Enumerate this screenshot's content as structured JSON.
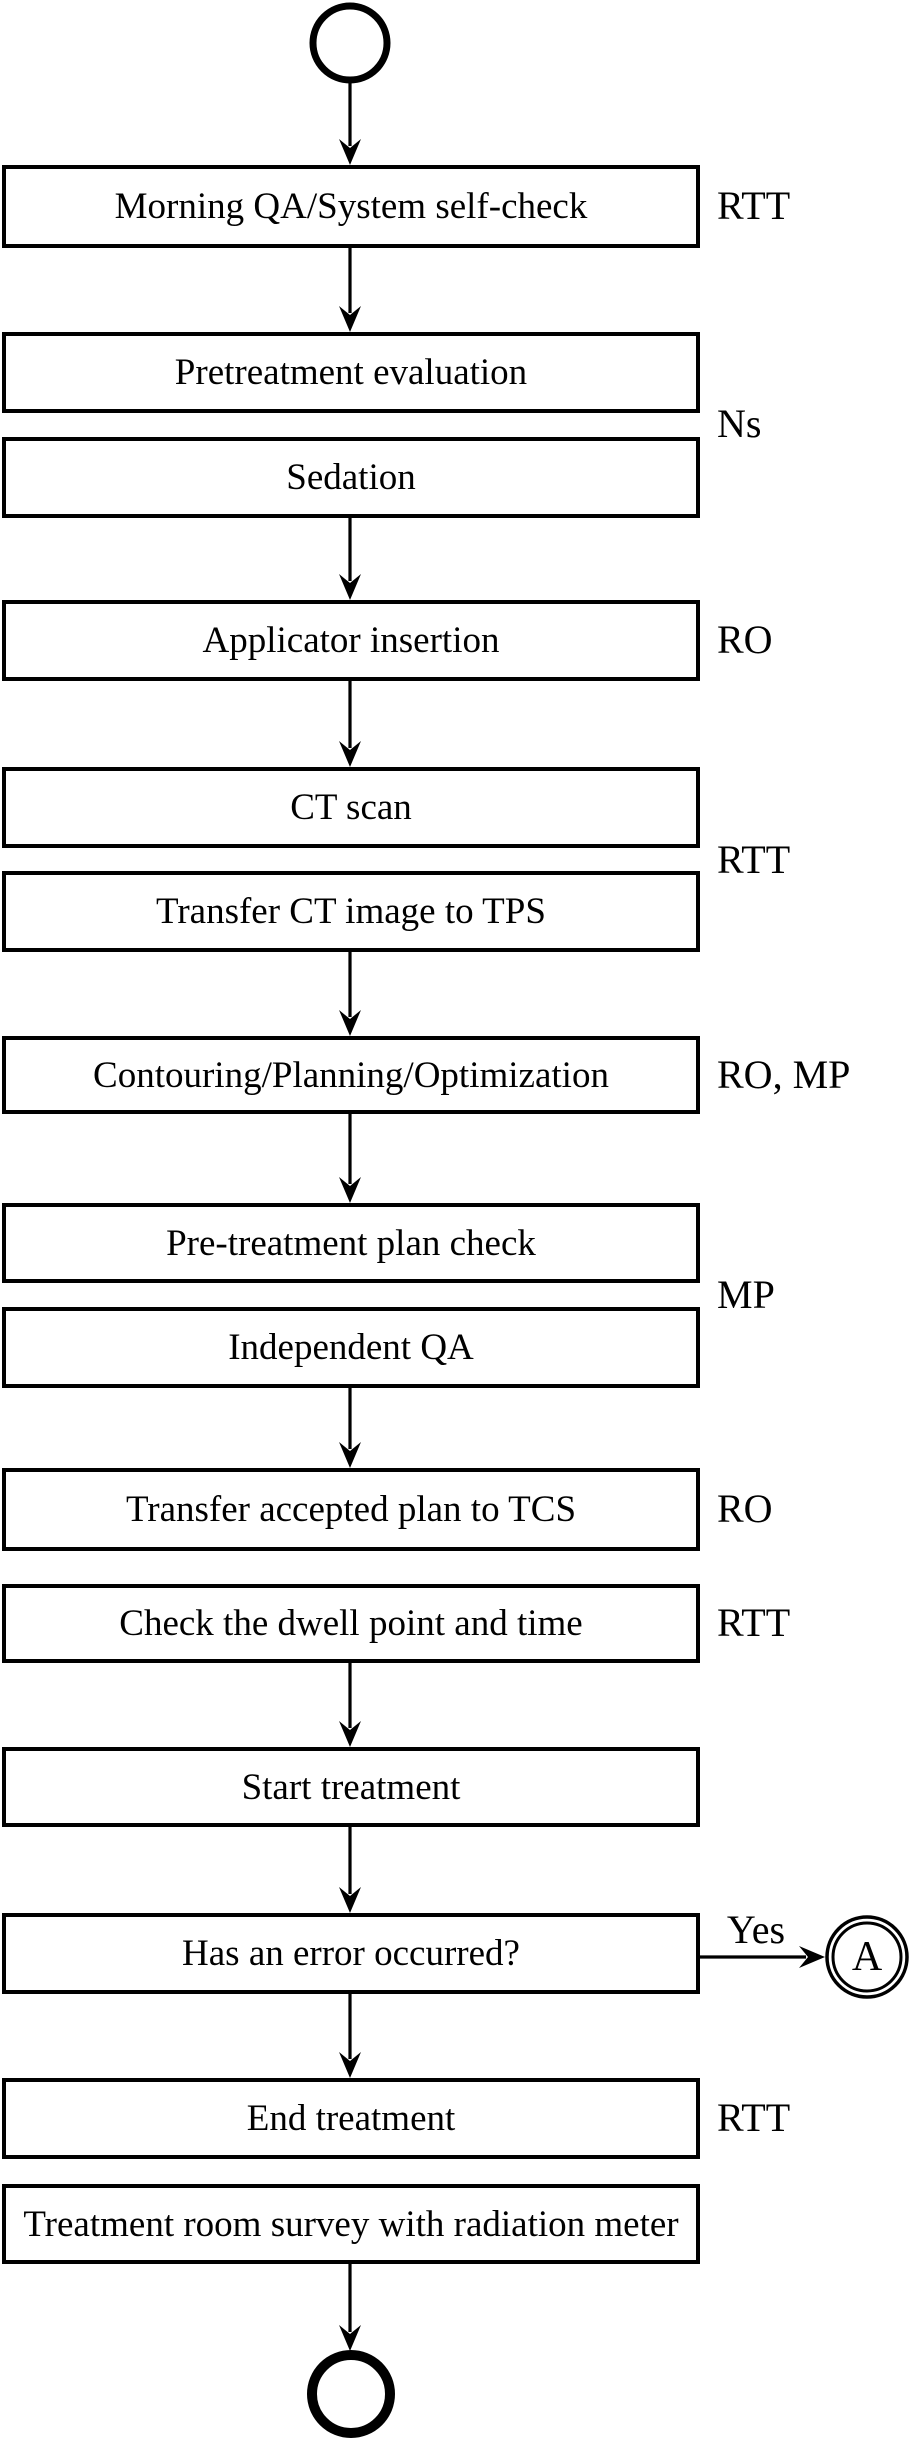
{
  "flowchart": {
    "boxes": [
      {
        "text": "Morning QA/System self-check"
      },
      {
        "text": "Pretreatment evaluation"
      },
      {
        "text": "Sedation"
      },
      {
        "text": "Applicator insertion"
      },
      {
        "text": "CT scan"
      },
      {
        "text": "Transfer CT image to TPS"
      },
      {
        "text": "Contouring/Planning/Optimization"
      },
      {
        "text": "Pre-treatment plan check"
      },
      {
        "text": "Independent QA"
      },
      {
        "text": "Transfer accepted plan to TCS"
      },
      {
        "text": "Check the dwell point and time"
      },
      {
        "text": "Start treatment"
      },
      {
        "text": "Has an error occurred?"
      },
      {
        "text": "End treatment"
      },
      {
        "text": "Treatment room survey with radiation meter"
      }
    ],
    "side_labels": [
      {
        "text": "RTT"
      },
      {
        "text": "Ns"
      },
      {
        "text": "RO"
      },
      {
        "text": "RTT"
      },
      {
        "text": "RO, MP"
      },
      {
        "text": "MP"
      },
      {
        "text": "RO"
      },
      {
        "text": "RTT"
      },
      {
        "text": "RTT"
      }
    ],
    "branch": {
      "yes_label": "Yes",
      "connector_label": "A"
    },
    "colors": {
      "line": "#000000",
      "box_fill": "#ffffff",
      "text": "#000000",
      "background": "#ffffff"
    }
  }
}
